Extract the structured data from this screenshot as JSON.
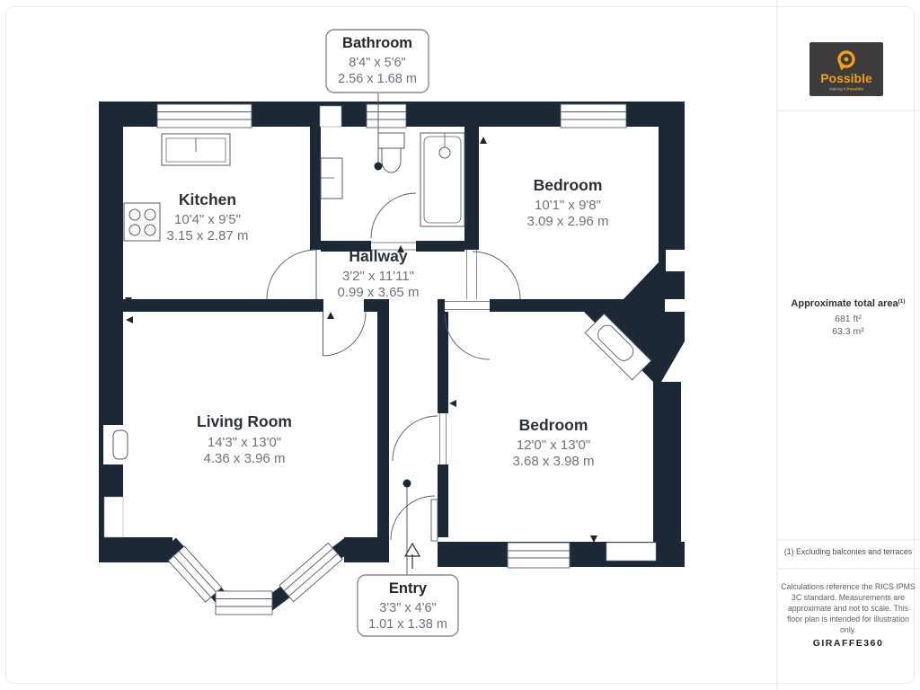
{
  "plan": {
    "wall_color": "#1c2836",
    "rooms": {
      "kitchen": {
        "name": "Kitchen",
        "imperial": "10'4\" x 9'5\"",
        "metric": "3.15 x 2.87 m"
      },
      "bedroom1": {
        "name": "Bedroom",
        "imperial": "10'1\" x 9'8\"",
        "metric": "3.09 x 2.96 m"
      },
      "hallway": {
        "name": "Hallway",
        "imperial": "3'2\" x 11'11\"",
        "metric": "0.99 x 3.65 m"
      },
      "living": {
        "name": "Living Room",
        "imperial": "14'3\" x 13'0\"",
        "metric": "4.36 x 3.96 m"
      },
      "bedroom2": {
        "name": "Bedroom",
        "imperial": "12'0\" x 13'0\"",
        "metric": "3.68 x 3.98 m"
      }
    },
    "callouts": {
      "bathroom": {
        "name": "Bathroom",
        "imperial": "8'4\" x 5'6\"",
        "metric": "2.56 x 1.68 m"
      },
      "entry": {
        "name": "Entry",
        "imperial": "3'3\" x 4'6\"",
        "metric": "1.01 x 1.38 m"
      }
    }
  },
  "sidebar": {
    "logo": {
      "brand": "Possible",
      "tagline_prefix": "Making it ",
      "tagline_brand": "Possible",
      "bg": "#3d3b3c",
      "accent": "#F09E1E"
    },
    "area": {
      "heading": "Approximate total area",
      "superscript": "(1)",
      "imperial": "681 ft²",
      "metric": "63.3 m²"
    },
    "footnote": "(1) Excluding balconies and terraces",
    "disclaimer_lines": [
      "Calculations reference the RICS IPMS",
      "3C standard. Measurements are",
      "approximate and not to scale. This",
      "floor plan is intended for illustration",
      "only."
    ],
    "brand_footer": "GIRAFFE360"
  }
}
